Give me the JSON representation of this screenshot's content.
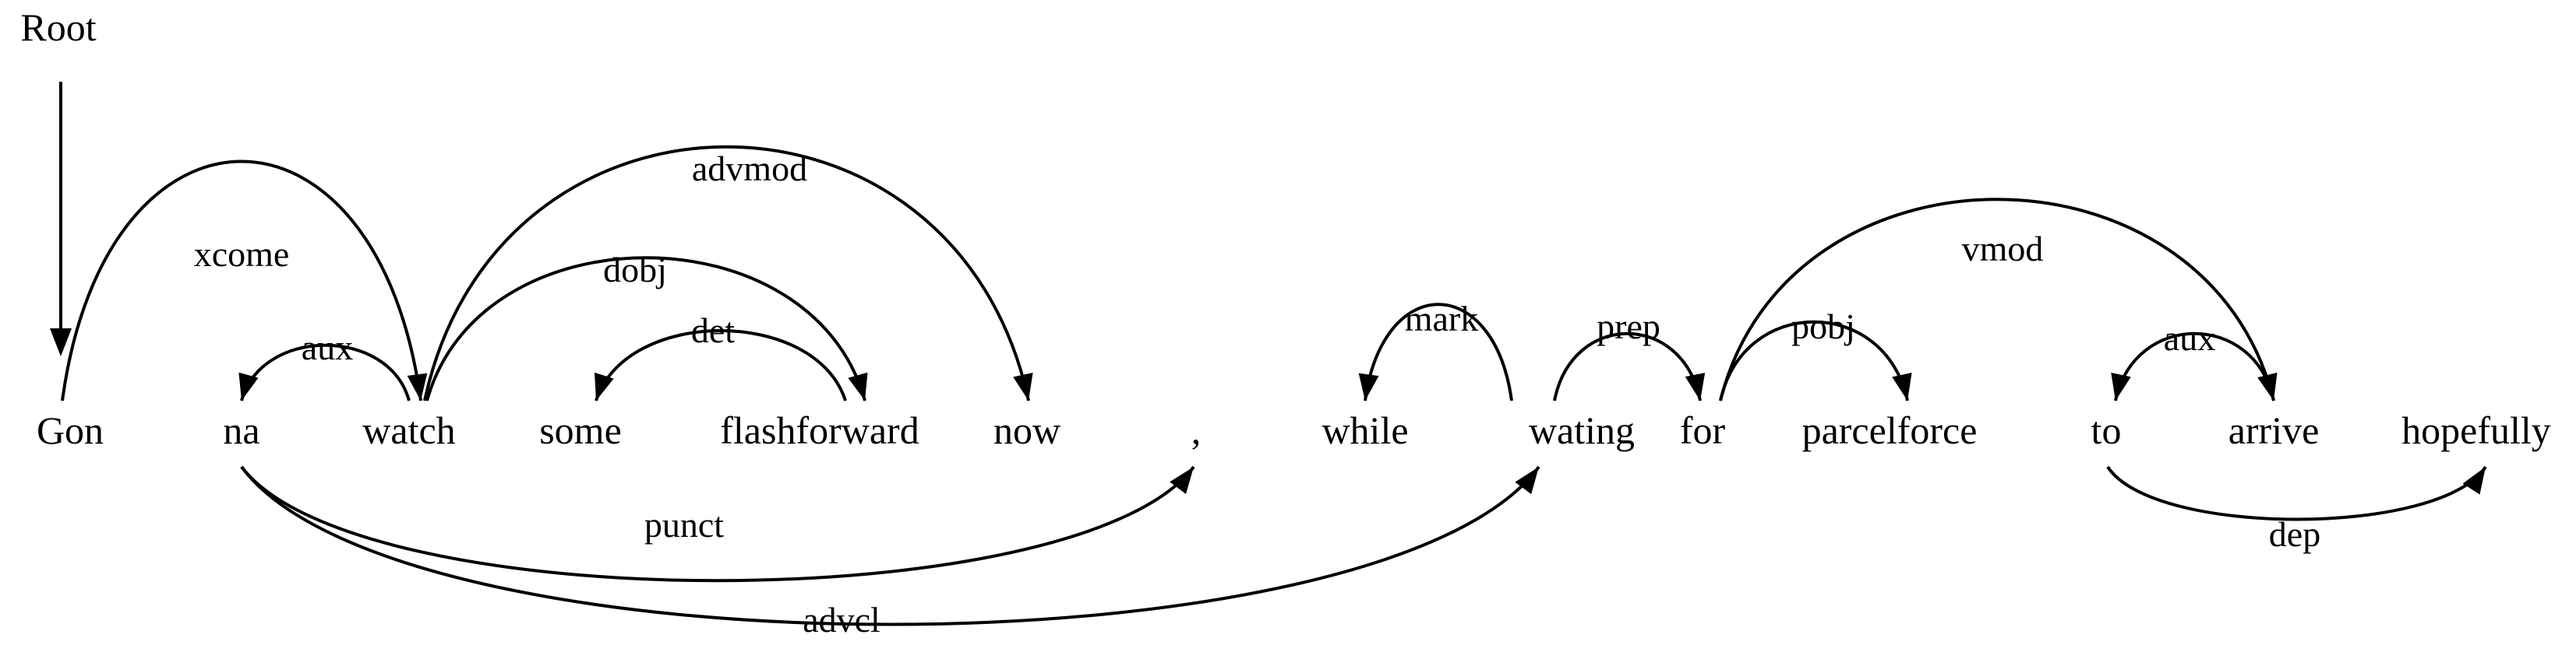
{
  "root": {
    "label": "Root",
    "target": 0
  },
  "tokens": [
    {
      "id": 0,
      "text": "Gon"
    },
    {
      "id": 1,
      "text": "na"
    },
    {
      "id": 2,
      "text": "watch"
    },
    {
      "id": 3,
      "text": "some"
    },
    {
      "id": 4,
      "text": "flashforward"
    },
    {
      "id": 5,
      "text": "now"
    },
    {
      "id": 6,
      "text": ","
    },
    {
      "id": 7,
      "text": "while"
    },
    {
      "id": 8,
      "text": "wating"
    },
    {
      "id": 9,
      "text": "for"
    },
    {
      "id": 10,
      "text": "parcelforce"
    },
    {
      "id": 11,
      "text": "to"
    },
    {
      "id": 12,
      "text": "arrive"
    },
    {
      "id": 13,
      "text": "hopefully"
    }
  ],
  "dependencies": [
    {
      "id": "xcome",
      "label": "xcome",
      "head": 0,
      "dependent": 2,
      "side": "above"
    },
    {
      "id": "aux-1",
      "label": "aux",
      "head": 2,
      "dependent": 1,
      "side": "above"
    },
    {
      "id": "dobj",
      "label": "dobj",
      "head": 2,
      "dependent": 4,
      "side": "above"
    },
    {
      "id": "det",
      "label": "det",
      "head": 4,
      "dependent": 3,
      "side": "above"
    },
    {
      "id": "advmod",
      "label": "advmod",
      "head": 2,
      "dependent": 5,
      "side": "above"
    },
    {
      "id": "punct",
      "label": "punct",
      "head": 1,
      "dependent": 6,
      "side": "below"
    },
    {
      "id": "advcl",
      "label": "advcl",
      "head": 1,
      "dependent": 8,
      "side": "below"
    },
    {
      "id": "mark",
      "label": "mark",
      "head": 8,
      "dependent": 7,
      "side": "above"
    },
    {
      "id": "prep",
      "label": "prep",
      "head": 8,
      "dependent": 9,
      "side": "above"
    },
    {
      "id": "pobj",
      "label": "pobj",
      "head": 9,
      "dependent": 10,
      "side": "above"
    },
    {
      "id": "vmod",
      "label": "vmod",
      "head": 9,
      "dependent": 12,
      "side": "above"
    },
    {
      "id": "aux-2",
      "label": "aux",
      "head": 12,
      "dependent": 11,
      "side": "above"
    },
    {
      "id": "dep",
      "label": "dep",
      "head": 11,
      "dependent": 13,
      "side": "below"
    }
  ]
}
